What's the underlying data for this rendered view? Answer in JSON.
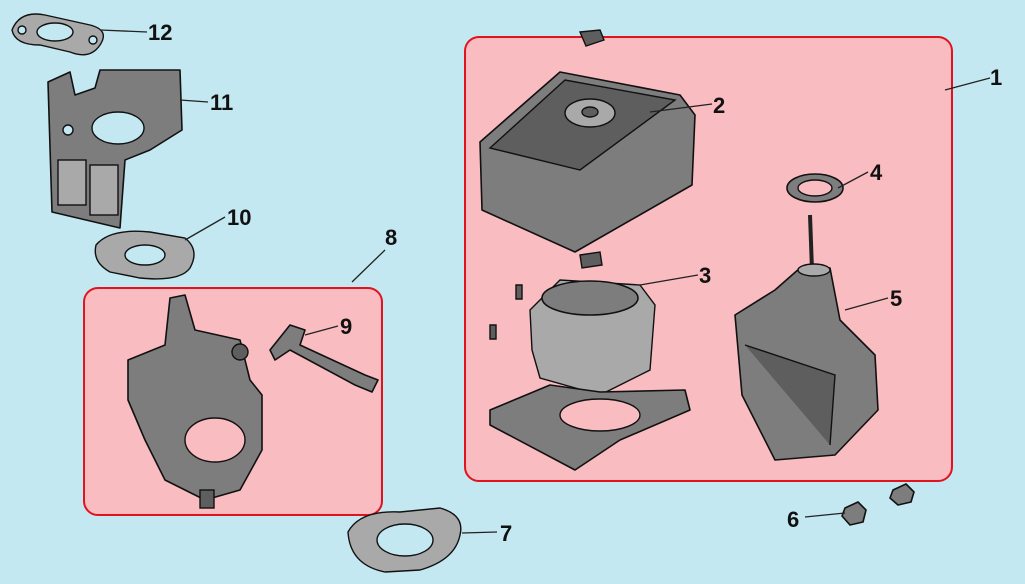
{
  "diagram": {
    "title": "Air cleaner and carburetor exploded parts view",
    "colors": {
      "background": "#c3e8f1",
      "group_fill": "#f9bcc0",
      "group_border": "#e0141e",
      "part": "#7d7d7d"
    },
    "callouts": {
      "c1": "1",
      "c2": "2",
      "c3": "3",
      "c4": "4",
      "c5": "5",
      "c6": "6",
      "c7": "7",
      "c8": "8",
      "c9": "9",
      "c10": "10",
      "c11": "11",
      "c12": "12"
    }
  }
}
